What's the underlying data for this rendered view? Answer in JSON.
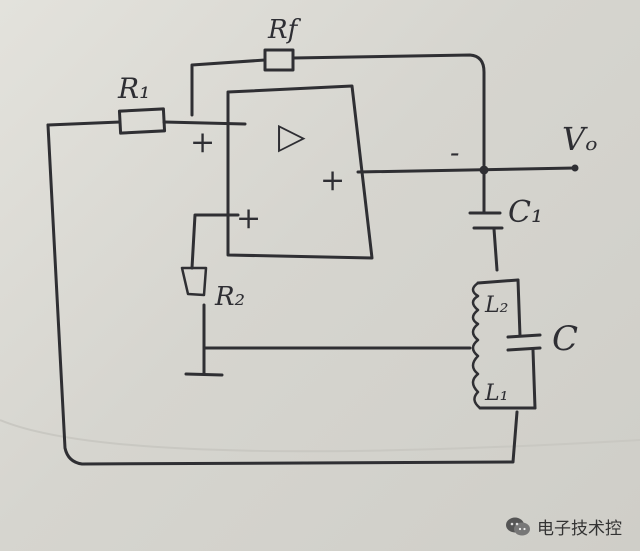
{
  "labels": {
    "rf": "Rf",
    "r1": "R₁",
    "r2": "R₂",
    "vout": "Vₒ",
    "c1": "C₁",
    "c": "C",
    "l2": "L₂",
    "l1": "L₁",
    "opamp": "▷",
    "minus": "-",
    "plus_in_left": "+",
    "plus_in_bottom": "+",
    "plus_out": "+"
  },
  "watermark": {
    "text": "电子技术控",
    "icon": "wechat-icon"
  },
  "colors": {
    "ink": "#2f2f33",
    "paper": "#dcdbd5"
  }
}
